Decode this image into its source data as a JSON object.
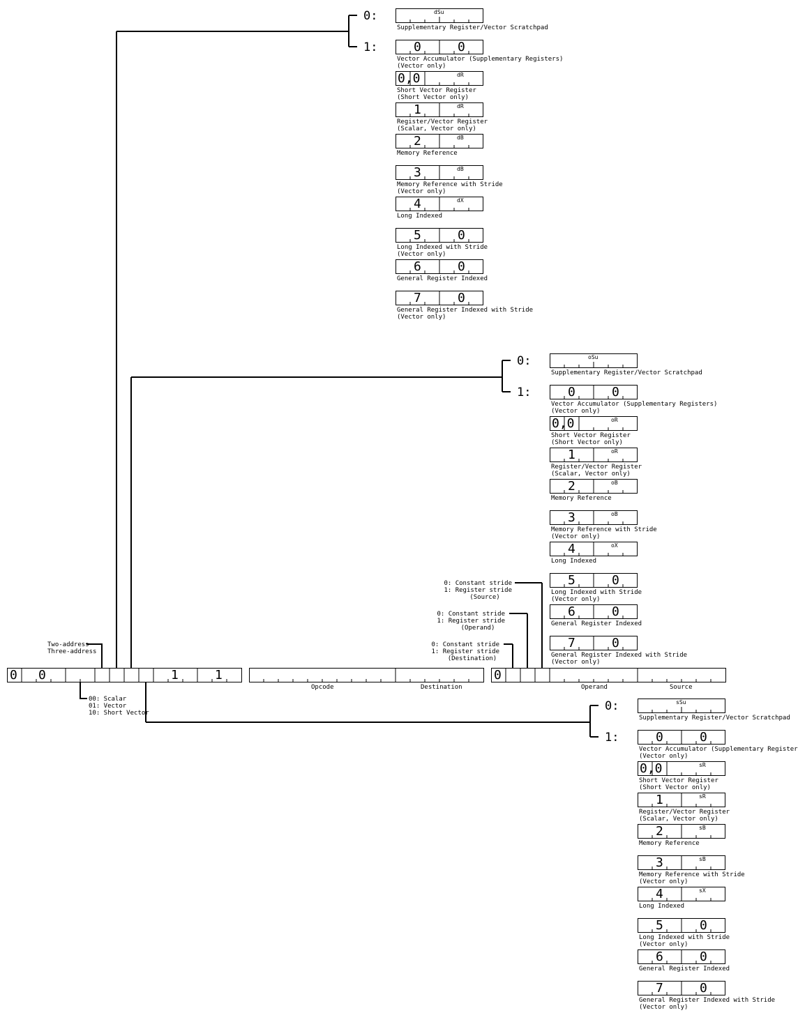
{
  "modes": [
    {
      "caption": [
        "Vector Accumulator (Supplementary Registers)",
        "(Vector only)"
      ],
      "left": "0",
      "right": "0",
      "sub": "",
      "leftSplit": false
    },
    {
      "caption": [
        "Short Vector Register",
        "(Short Vector only)"
      ],
      "left": "0,0",
      "right": "",
      "sub": "R",
      "leftSplit": true
    },
    {
      "caption": [
        "Register/Vector Register",
        "(Scalar, Vector only)"
      ],
      "left": "1",
      "right": "",
      "sub": "R",
      "leftSplit": false
    },
    {
      "caption": [
        "Memory Reference"
      ],
      "left": "2",
      "right": "",
      "sub": "B",
      "leftSplit": false
    },
    {
      "caption": [
        "Memory Reference with Stride",
        "(Vector only)"
      ],
      "left": "3",
      "right": "",
      "sub": "B",
      "leftSplit": false
    },
    {
      "caption": [
        "Long Indexed"
      ],
      "left": "4",
      "right": "",
      "sub": "X",
      "leftSplit": false
    },
    {
      "caption": [
        "Long Indexed with Stride",
        "(Vector only)"
      ],
      "left": "5",
      "right": "0",
      "sub": "",
      "leftSplit": false
    },
    {
      "caption": [
        "General Register Indexed"
      ],
      "left": "6",
      "right": "0",
      "sub": "",
      "leftSplit": false
    },
    {
      "caption": [
        "General Register Indexed with Stride",
        "(Vector only)"
      ],
      "left": "7",
      "right": "0",
      "sub": "",
      "leftSplit": false
    }
  ],
  "groups": [
    {
      "prefix": "d",
      "scratch": "dSu",
      "scratch_caption": "Supplementary Register/Vector Scratchpad",
      "branch0": "0:",
      "branch1": "1:"
    },
    {
      "prefix": "o",
      "scratch": "oSu",
      "scratch_caption": "Supplementary Register/Vector Scratchpad",
      "branch0": "0:",
      "branch1": "1:"
    },
    {
      "prefix": "s",
      "scratch": "sSu",
      "scratch_caption": "Supplementary Register/Vector Scratchpad",
      "branch0": "0:",
      "branch1": "1:"
    }
  ],
  "main_word": {
    "bit0": "0",
    "bit2": "0",
    "bit_a": "1",
    "bit_b": "1",
    "field_opcode": "Opcode",
    "field_destination": "Destination",
    "bit_c": "0",
    "field_operand": "Operand",
    "field_source": "Source"
  },
  "labels": {
    "address_mode": [
      "Two-address",
      "Three-address"
    ],
    "vector_type": [
      "00: Scalar",
      "01: Vector",
      "10: Short Vector"
    ],
    "stride_source": [
      "0: Constant stride",
      "1: Register stride",
      "(Source)"
    ],
    "stride_operand": [
      "0: Constant stride",
      "1: Register stride",
      "(Operand)"
    ],
    "stride_destination": [
      "0: Constant stride",
      "1: Register stride",
      "(Destination)"
    ]
  }
}
